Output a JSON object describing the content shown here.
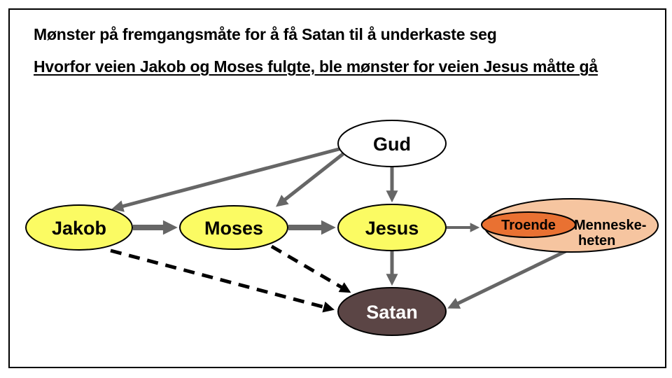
{
  "title": "Mønster på fremgangsmåte for å få Satan til å underkaste seg",
  "subtitle": "Hvorfor veien Jakob og Moses fulgte, ble mønster for veien Jesus måtte gå",
  "nodes": {
    "gud": {
      "label": "Gud",
      "fill": "#ffffff"
    },
    "jakob": {
      "label": "Jakob",
      "fill": "#fbfb63"
    },
    "moses": {
      "label": "Moses",
      "fill": "#fbfb63"
    },
    "jesus": {
      "label": "Jesus",
      "fill": "#fbfb63"
    },
    "satan": {
      "label": "Satan",
      "fill": "#5b4545",
      "text_color": "#ffffff"
    },
    "troende": {
      "label": "Troende",
      "fill": "#e97132"
    },
    "menneskeheten": {
      "label": "Menneske-heten",
      "line1": "Menneske-",
      "line2": "heten",
      "fill": "#f6c5a0"
    }
  },
  "edges": [
    {
      "from": "Gud",
      "to": "Jakob",
      "style": "solid-gray"
    },
    {
      "from": "Gud",
      "to": "Moses",
      "style": "solid-gray"
    },
    {
      "from": "Gud",
      "to": "Jesus",
      "style": "solid-gray"
    },
    {
      "from": "Jakob",
      "to": "Moses",
      "style": "thick-gray"
    },
    {
      "from": "Moses",
      "to": "Jesus",
      "style": "thick-gray"
    },
    {
      "from": "Jesus",
      "to": "Troende",
      "style": "solid-gray"
    },
    {
      "from": "Jesus",
      "to": "Satan",
      "style": "solid-gray"
    },
    {
      "from": "Menneskeheten",
      "to": "Satan",
      "style": "solid-gray"
    },
    {
      "from": "Jakob",
      "to": "Satan",
      "style": "dashed-black"
    },
    {
      "from": "Moses",
      "to": "Satan",
      "style": "dashed-black"
    }
  ],
  "colors": {
    "arrow_gray": "#666666",
    "arrow_black": "#000000",
    "node_outline": "#000000",
    "frame_border": "#000000",
    "background": "#ffffff"
  }
}
